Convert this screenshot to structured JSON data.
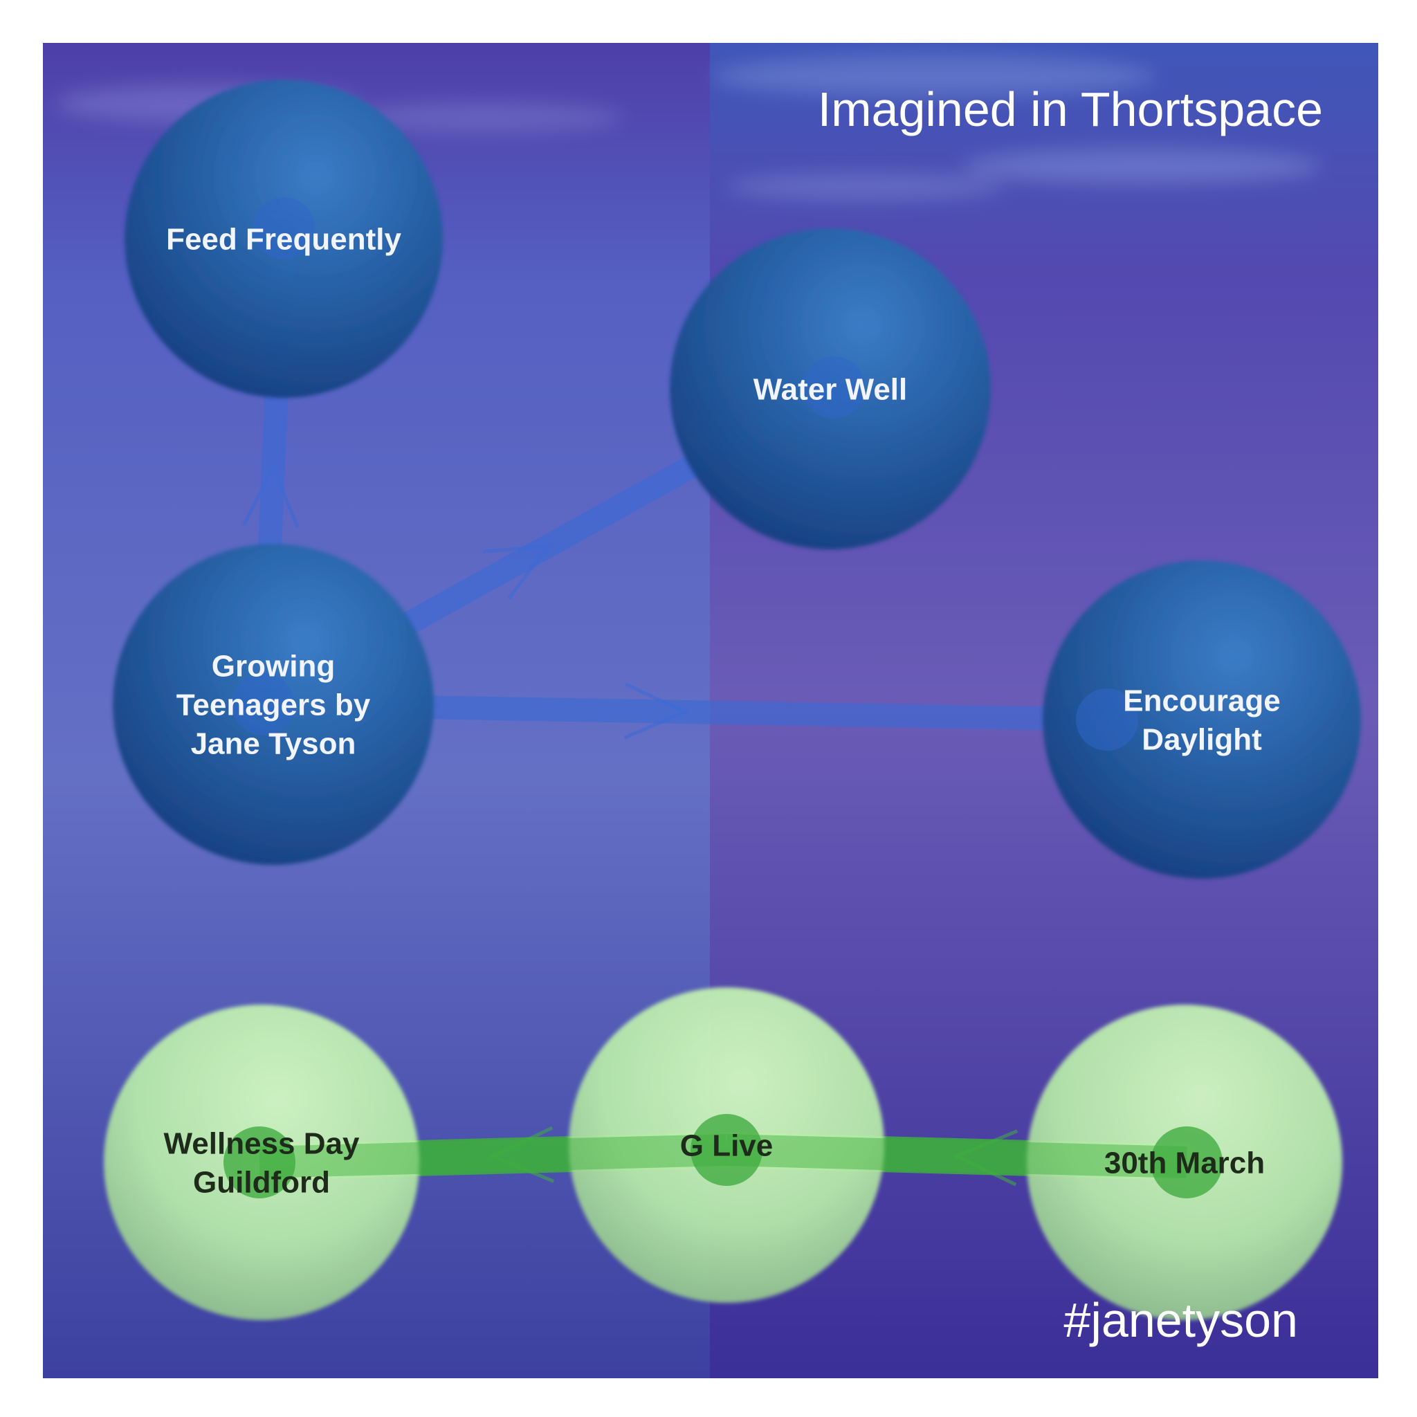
{
  "title": "Imagined in Thortspace",
  "hashtag": "#janetyson",
  "colors": {
    "background_left": "#5a64c0",
    "background_right": "#5e54b4",
    "blue_sphere": "#2a6aae",
    "green_sphere": "#c8f5b4",
    "blue_link": "#3a6ad6",
    "green_link": "#3fae3f"
  },
  "nodes": [
    {
      "id": "feed",
      "group": "blue",
      "lines": [
        "Feed Frequently"
      ]
    },
    {
      "id": "water",
      "group": "blue",
      "lines": [
        "Water Well"
      ]
    },
    {
      "id": "growing",
      "group": "blue",
      "lines": [
        "Growing",
        "Teenagers by",
        "Jane Tyson"
      ]
    },
    {
      "id": "daylight",
      "group": "blue",
      "lines": [
        "Encourage",
        "Daylight"
      ]
    },
    {
      "id": "wellness",
      "group": "green",
      "lines": [
        "Wellness Day",
        "Guildford"
      ]
    },
    {
      "id": "glive",
      "group": "green",
      "lines": [
        "G Live"
      ]
    },
    {
      "id": "march",
      "group": "green",
      "lines": [
        "30th March"
      ]
    }
  ],
  "links": [
    {
      "from": "growing",
      "to": "feed",
      "group": "blue"
    },
    {
      "from": "growing",
      "to": "water",
      "group": "blue"
    },
    {
      "from": "growing",
      "to": "daylight",
      "group": "blue"
    },
    {
      "from": "glive",
      "to": "wellness",
      "group": "green"
    },
    {
      "from": "march",
      "to": "glive",
      "group": "green"
    }
  ]
}
